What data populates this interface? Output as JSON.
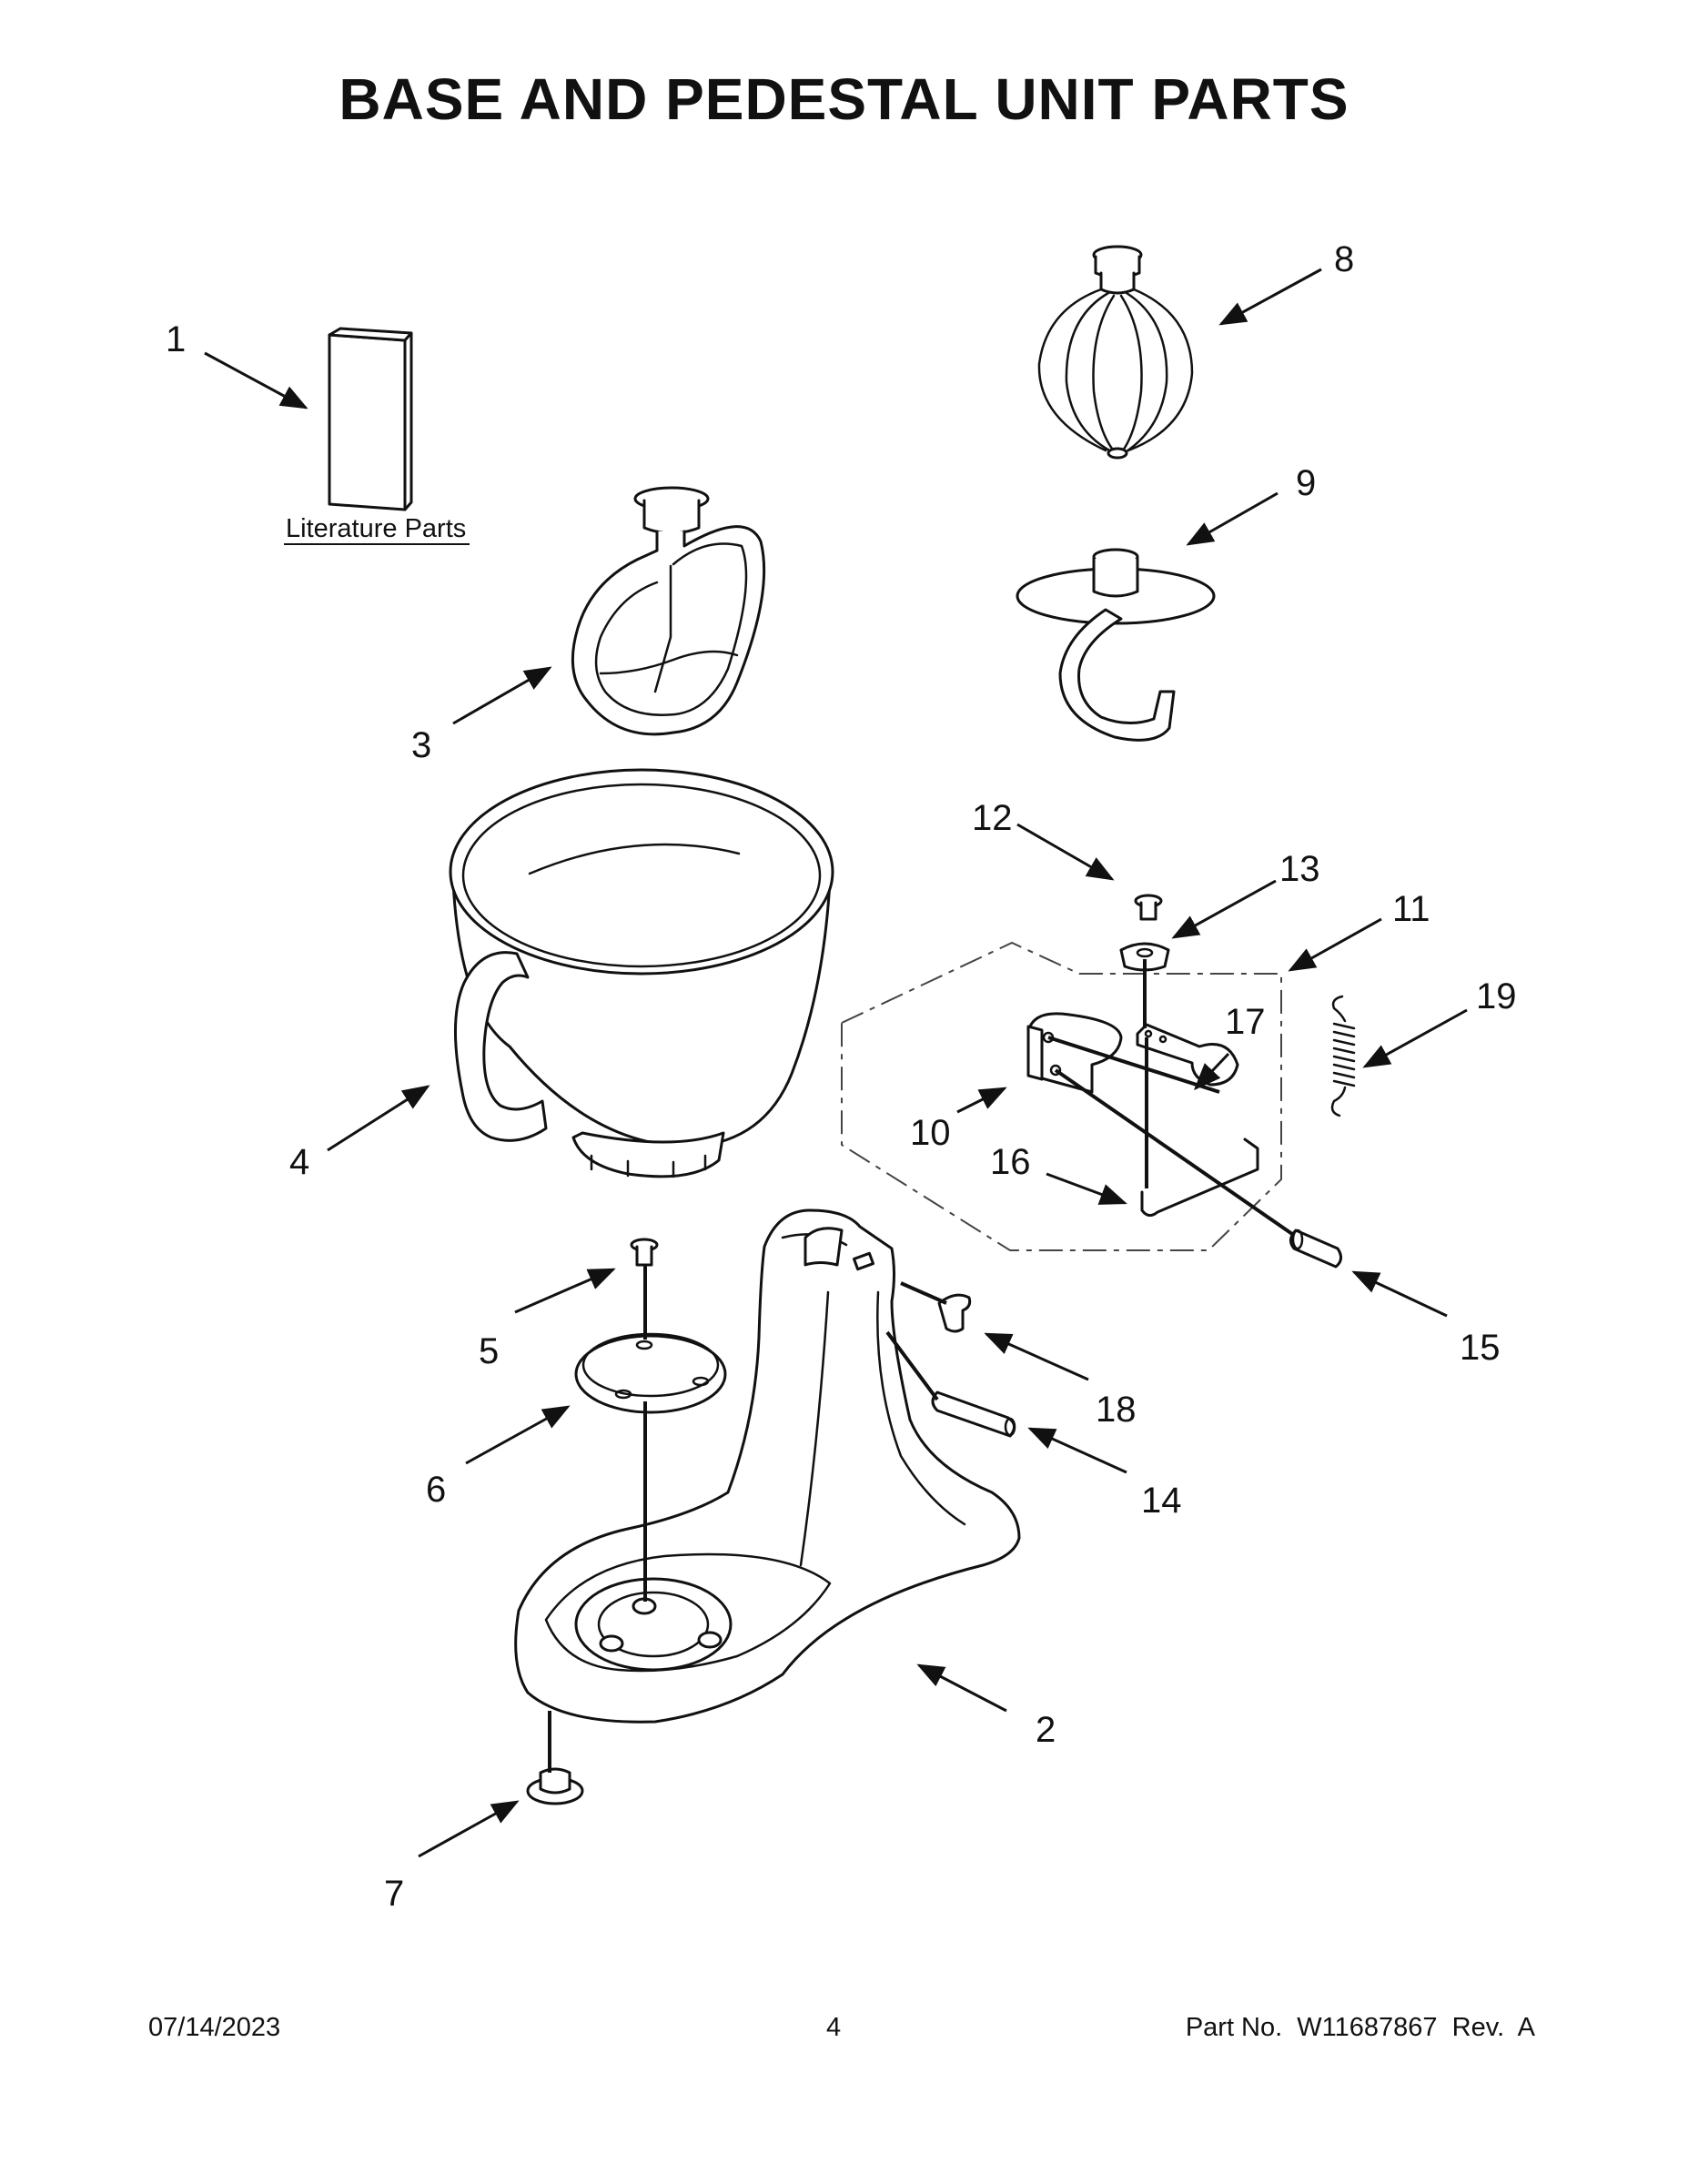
{
  "title": "BASE AND PEDESTAL UNIT PARTS",
  "literature_label": "Literature Parts",
  "callouts": {
    "c1": "1",
    "c2": "2",
    "c3": "3",
    "c4": "4",
    "c5": "5",
    "c6": "6",
    "c7": "7",
    "c8": "8",
    "c9": "9",
    "c10": "10",
    "c11": "11",
    "c12": "12",
    "c13": "13",
    "c14": "14",
    "c15": "15",
    "c16": "16",
    "c17": "17",
    "c18": "18",
    "c19": "19"
  },
  "footer": {
    "date": "07/14/2023",
    "page": "4",
    "part_no": "Part No.  W11687867  Rev.  A"
  }
}
